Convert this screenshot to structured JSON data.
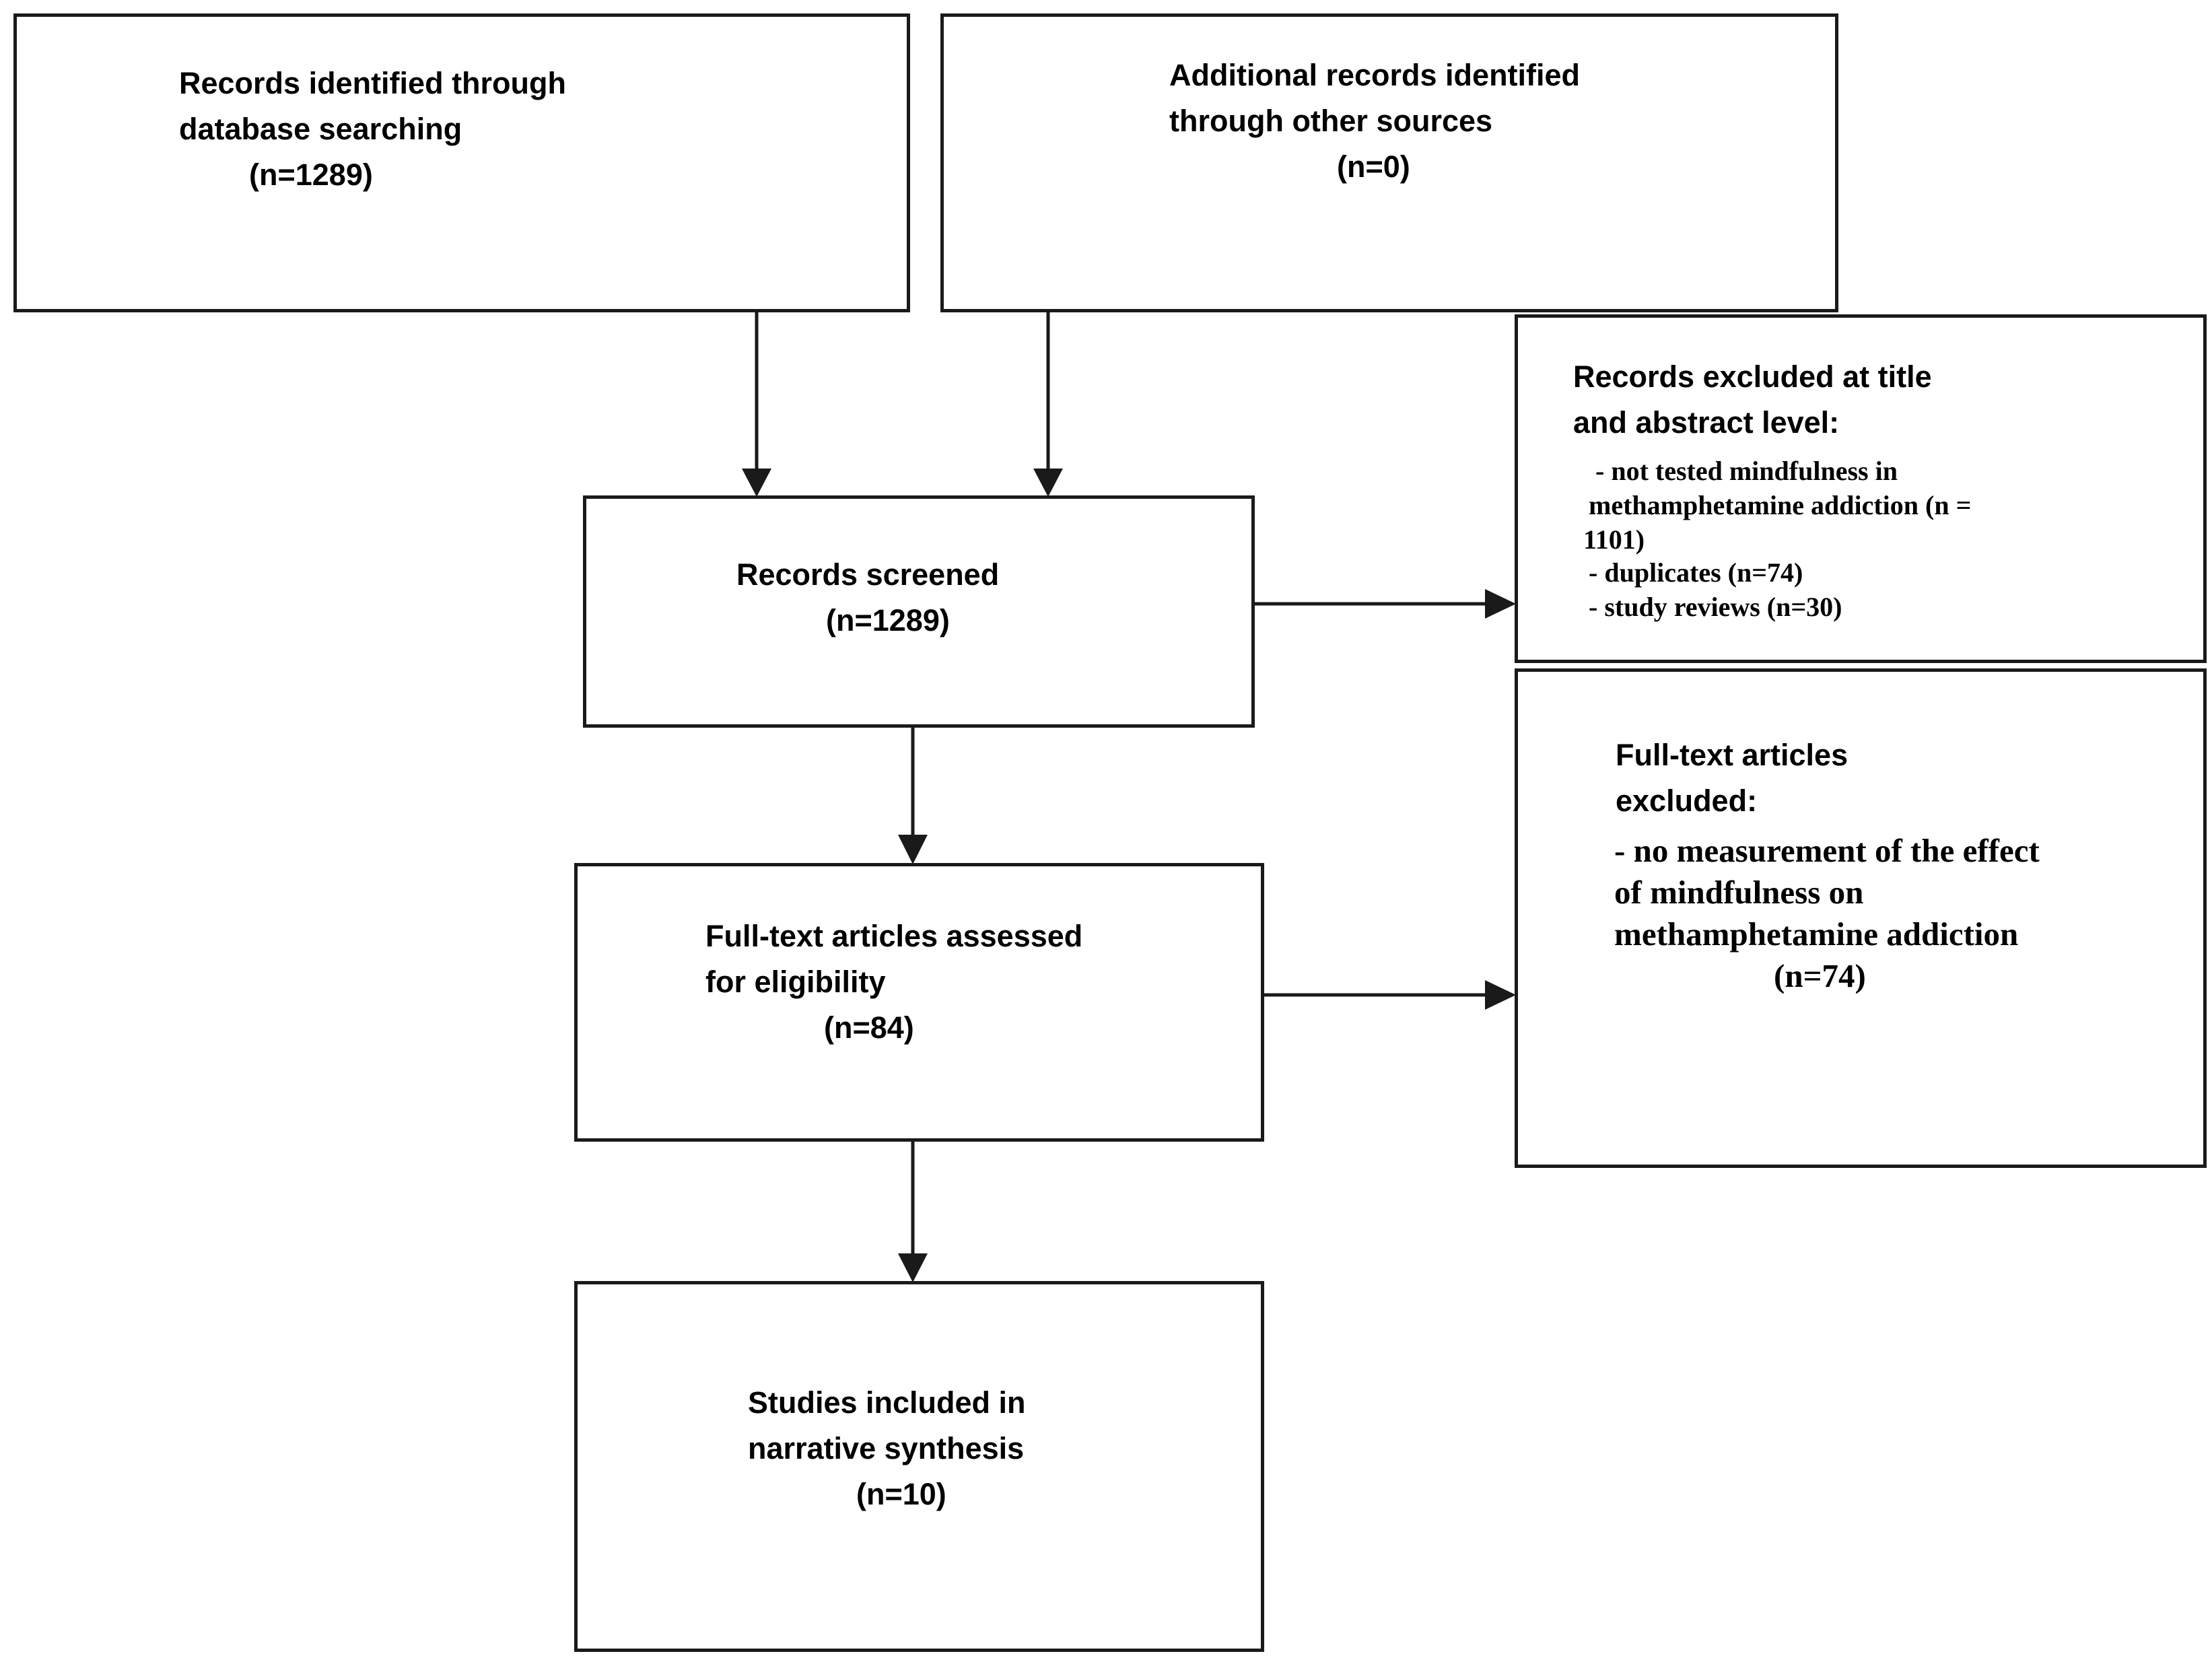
{
  "boxes": {
    "database": {
      "lines": [
        "Records identified through",
        "database searching",
        "(n=1289)"
      ]
    },
    "other_sources": {
      "lines": [
        "Additional records identified",
        "through other sources",
        "(n=0)"
      ]
    },
    "screened": {
      "lines": [
        "Records screened",
        "(n=1289)"
      ]
    },
    "excluded_title": {
      "heading": [
        "Records excluded at title",
        "and abstract level:"
      ],
      "items": [
        "- not tested mindfulness in",
        "methamphetamine addiction (n =",
        "1101)",
        "- duplicates (n=74)",
        "- study reviews (n=30)"
      ]
    },
    "assessed": {
      "lines": [
        "Full-text articles assessed",
        "for eligibility",
        "(n=84)"
      ]
    },
    "excluded_fulltext": {
      "heading": [
        "Full-text articles",
        "excluded:"
      ],
      "items": [
        "- no measurement of the effect",
        "of mindfulness on",
        "methamphetamine addiction",
        "(n=74)"
      ]
    },
    "included": {
      "lines": [
        "Studies included in",
        "narrative synthesis",
        "(n=10)"
      ]
    }
  }
}
